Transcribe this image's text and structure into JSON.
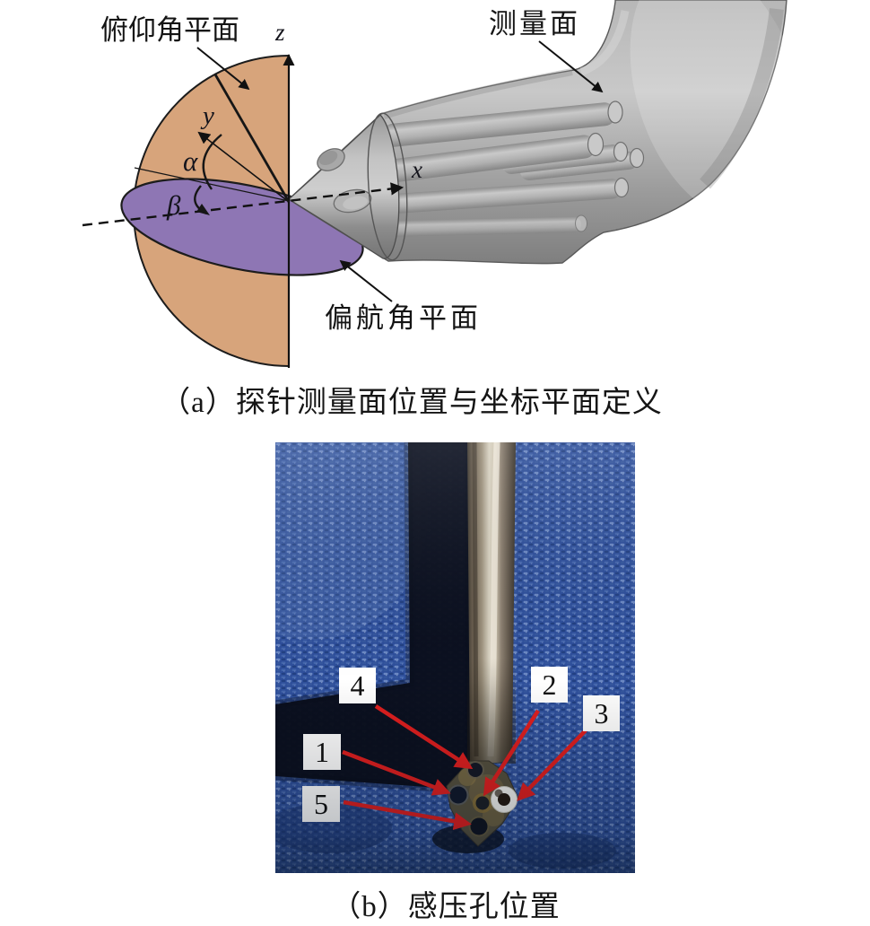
{
  "figure": {
    "panel_a": {
      "caption": "（a）探针测量面位置与坐标平面定义",
      "labels": {
        "pitch_plane": "俯仰角平面",
        "measurement_plane": "测量面",
        "yaw_plane": "偏航角平面",
        "axis_z": "z",
        "axis_y": "y",
        "axis_x": "x",
        "angle_alpha": "α",
        "angle_beta": "β"
      },
      "colors": {
        "pitch_plane_fill": "#d7a47b",
        "yaw_plane_fill": "#8e76b4",
        "probe_gray": "#a9a9a9",
        "outline_black": "#1c1c1c"
      }
    },
    "panel_b": {
      "caption": "（b）感压孔位置",
      "hole_labels": [
        "1",
        "2",
        "3",
        "4",
        "5"
      ],
      "colors": {
        "fabric_blue": "#2e4f9b",
        "arrow_red": "#e01f1f",
        "label_box_white": "#ffffff",
        "shadow_black": "#0a0e1c",
        "hole3_ring_white": "#f2f2ef"
      }
    }
  }
}
